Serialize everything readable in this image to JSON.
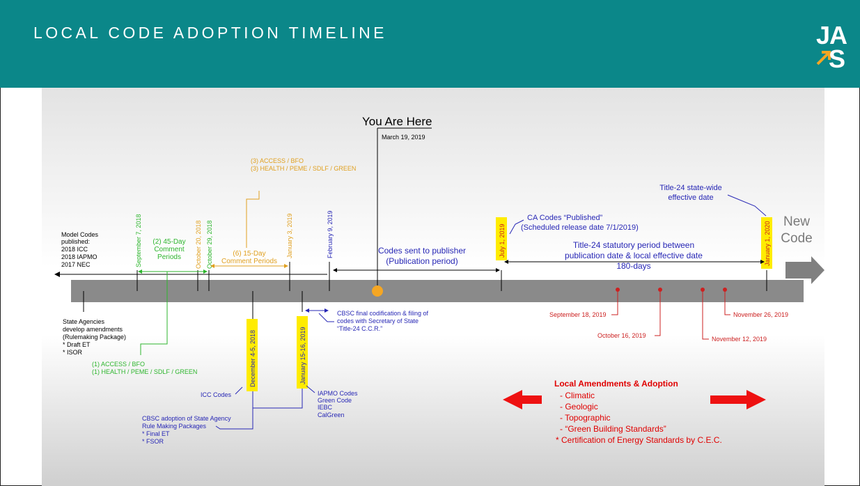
{
  "header": {
    "title": "LOCAL CODE ADOPTION TIMELINE",
    "logo_top": "JA",
    "logo_bottom": "S",
    "bg_color": "#0b8789"
  },
  "timeline": {
    "you_are_here": "You Are Here",
    "you_are_here_date": "March 19, 2019",
    "model_codes": [
      "Model Codes",
      "published:",
      "2018 ICC",
      "2018 IAPMO",
      "2017 NEC"
    ],
    "dates_above": {
      "sep7": "September 7, 2018",
      "oct20": "October 20, 2018",
      "oct29": "October 29, 2018",
      "jan3": "January 3, 2019",
      "feb9": "February 9, 2019",
      "jul1": "July 1, 2019",
      "jan1": "January 1, 2020"
    },
    "comment_45": [
      "(2) 45-Day",
      "Comment",
      "Periods"
    ],
    "comment_15": [
      "(6) 15-Day",
      "Comment Periods"
    ],
    "access_3": [
      "(3)  ACCESS / BFO",
      "(3)  HEALTH / PEME / SDLF / GREEN"
    ],
    "codes_sent": [
      "Codes sent to publisher",
      "(Publication period)"
    ],
    "ca_published": [
      "CA Codes “Published”",
      "(Scheduled release date 7/1/2019)"
    ],
    "title24_stat": [
      "Title-24 statutory period between",
      "publication date & local effective date",
      "180-days"
    ],
    "title24_sw": [
      "Title-24 state-wide",
      "effective date"
    ],
    "new_code": [
      "New",
      "Code"
    ],
    "state_agencies": [
      "State Agencies",
      "develop amendments",
      "(Rulemaking Package)",
      "* Draft ET",
      "* ISOR"
    ],
    "access_1": [
      "(1)  ACCESS / BFO",
      "(1)  HEALTH / PEME / SDLF / GREEN"
    ],
    "dec45": "December 4-5, 2018",
    "jan1516": "January 15-16, 2019",
    "icc_codes": "ICC Codes",
    "iapmo": [
      "IAPMO Codes",
      "Green Code",
      "IEBC",
      "CalGreen"
    ],
    "cbsc_adopt": [
      "CBSC adoption of State Agency",
      "Rule Making Packages",
      "* Final ET",
      "* FSOR"
    ],
    "cbsc_final": [
      "CBSC final codification & filing of",
      "codes with Secretary of State",
      "“Title-24 C.C.R.”"
    ],
    "red_dates": [
      "September 18, 2019",
      "October 16, 2019",
      "November 12, 2019",
      "November 26, 2019"
    ],
    "local": {
      "title": "Local Amendments & Adoption",
      "items": [
        "- Climatic",
        "- Geologic",
        "- Topographic",
        "- “Green Building Standards”",
        "* Certification of Energy Standards by C.E.C."
      ]
    }
  }
}
